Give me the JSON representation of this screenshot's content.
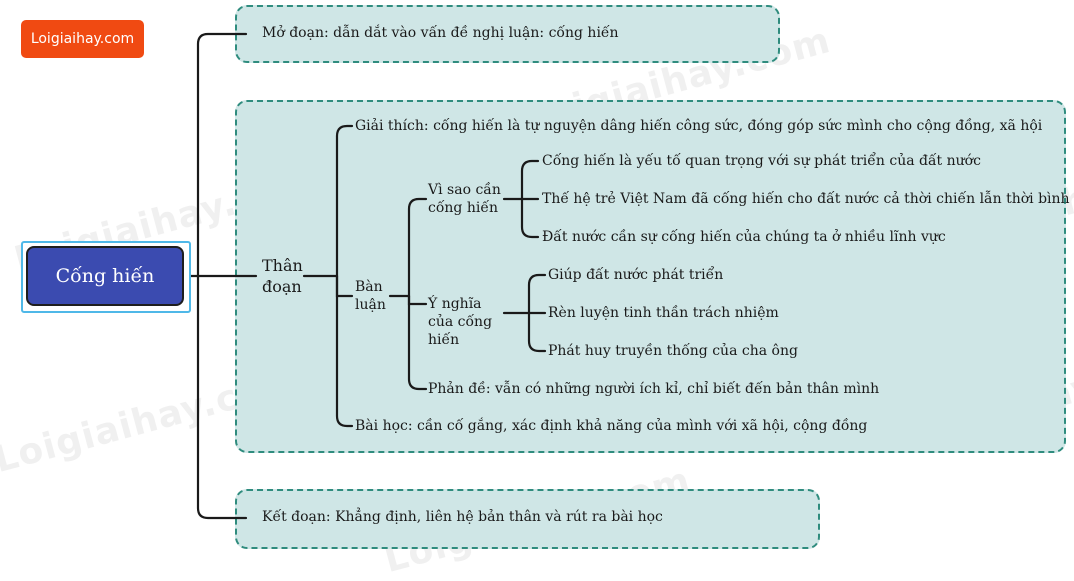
{
  "logo": "Loigiaihay.com",
  "watermark": "Loigiaihay.com",
  "root": "Cống hiến",
  "mo_doan": "Mở đoạn: dẫn dắt vào vấn đề nghị luận: cống hiến",
  "than_doan": "Thân đoạn",
  "giai_thich": "Giải thích: cống hiến là tự nguyện dâng hiến công sức, đóng góp sức mình cho cộng đồng, xã hội",
  "ban_luan": "Bàn luận",
  "vi_sao": "Vì sao cần cống hiến",
  "vi_sao_items": [
    "Cống hiến là yếu tố quan trọng với sự phát triển của đất nước",
    "Thế hệ trẻ Việt Nam đã cống hiến cho đất nước cả thời chiến lẫn thời bình",
    "Đất nước cần sự cống hiến của chúng ta ở nhiều lĩnh vực"
  ],
  "y_nghia": "Ý nghĩa của cống hiến",
  "y_nghia_items": [
    "Giúp đất nước phát triển",
    "Rèn luyện tinh thần trách nhiệm",
    "Phát huy truyền thống của cha ông"
  ],
  "phan_de": "Phản đề: vẫn có những người ích kỉ, chỉ biết đến bản thân mình",
  "bai_hoc": "Bài học: cần cố gắng, xác định khả năng của mình với xã hội, cộng đồng",
  "ket_doan": "Kết đoạn: Khẳng định, liên hệ bản thân và rút ra bài học",
  "colors": {
    "box_fill": "#cfe6e6",
    "box_border": "#2f8c7e",
    "root_fill": "#3b4bb0",
    "logo_bg": "#f04a12"
  }
}
